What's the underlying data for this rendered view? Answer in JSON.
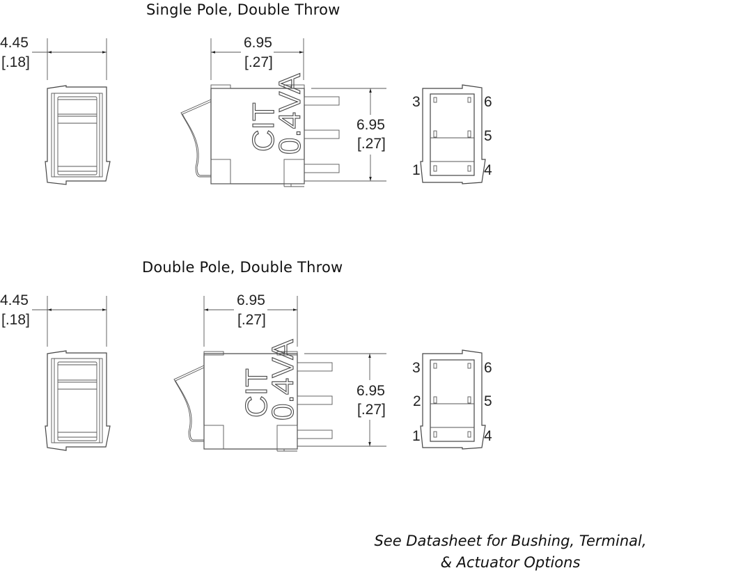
{
  "sections": [
    {
      "title": "Single Pole, Double Throw",
      "end_view_width": {
        "mm": "4.45",
        "inch": "[.18]"
      },
      "side_view_width": {
        "mm": "6.95",
        "inch": "[.27]"
      },
      "side_view_height": {
        "mm": "6.95",
        "inch": "[.27]"
      },
      "body_marking": {
        "line1": "CIT",
        "line2": "0.4VA"
      },
      "pins": {
        "top_left": "3",
        "top_right": "6",
        "mid_left": "",
        "mid_right": "5",
        "bottom_left": "1",
        "bottom_right": "4"
      }
    },
    {
      "title": "Double Pole, Double Throw",
      "end_view_width": {
        "mm": "4.45",
        "inch": "[.18]"
      },
      "side_view_width": {
        "mm": "6.95",
        "inch": "[.27]"
      },
      "side_view_height": {
        "mm": "6.95",
        "inch": "[.27]"
      },
      "body_marking": {
        "line1": "CIT",
        "line2": "0.4VA"
      },
      "pins": {
        "top_left": "3",
        "top_right": "6",
        "mid_left": "2",
        "mid_right": "5",
        "bottom_left": "1",
        "bottom_right": "4"
      }
    }
  ],
  "footnote": {
    "line1": "See Datasheet for Bushing, Terminal,",
    "line2": "& Actuator Options"
  }
}
